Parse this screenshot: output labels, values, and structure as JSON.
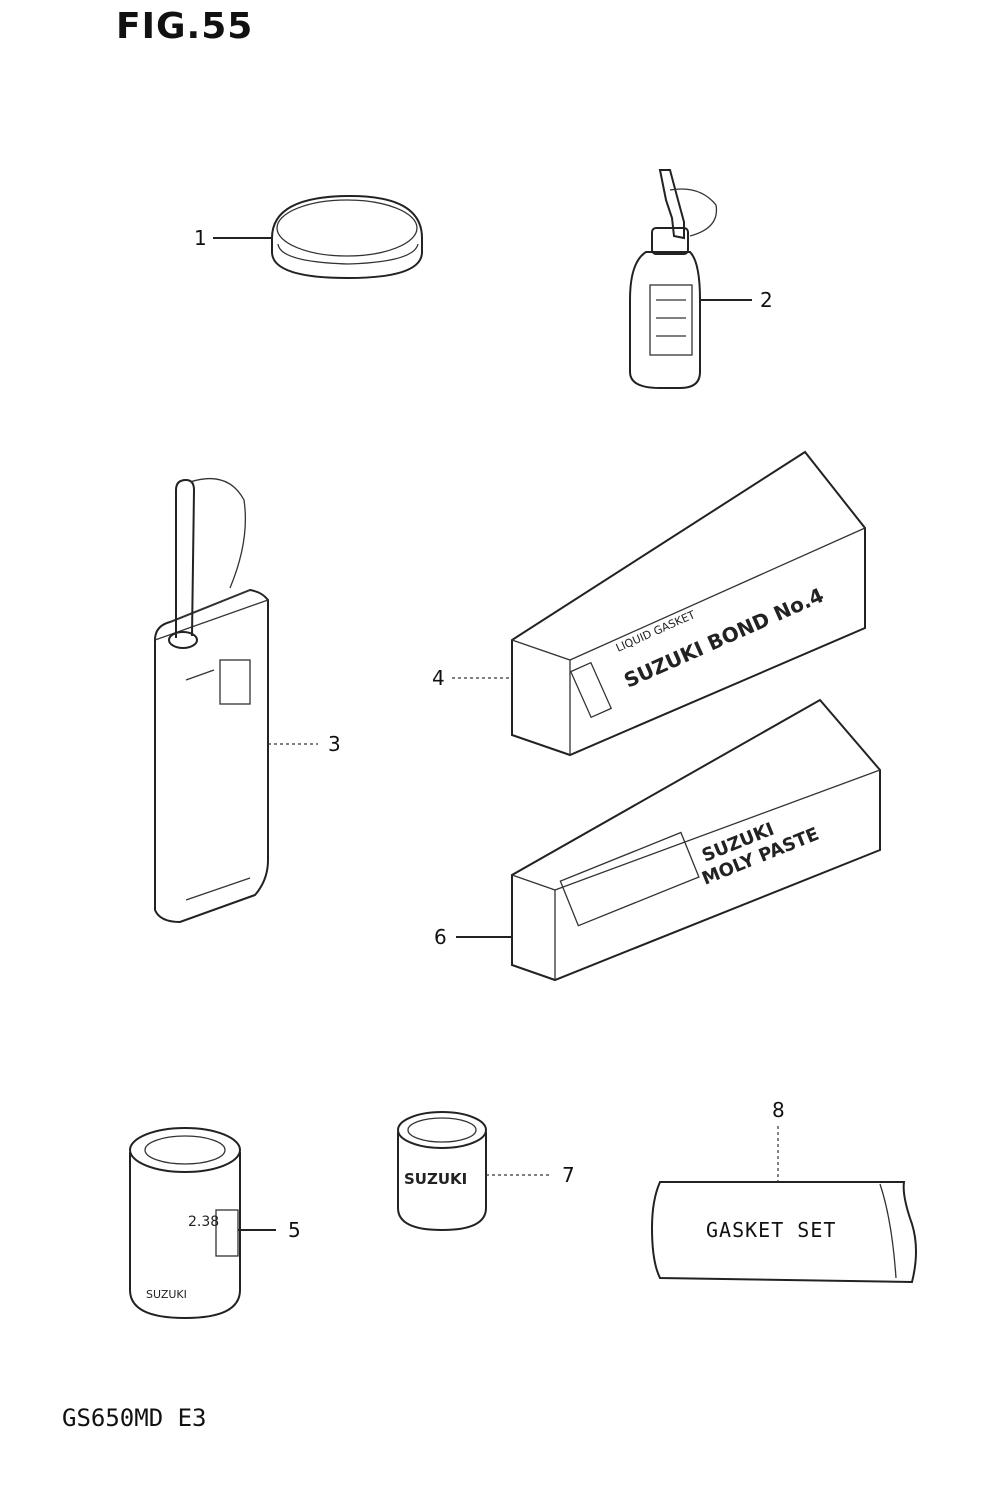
{
  "figure": {
    "title": "FIG.55",
    "model_code": "GS650MD  E3"
  },
  "parts": [
    {
      "callout": "1",
      "icon": "grease-container-icon"
    },
    {
      "callout": "2",
      "icon": "oil-bottle-icon"
    },
    {
      "callout": "3",
      "icon": "oil-can-icon"
    },
    {
      "callout": "4",
      "icon": "bond-box-icon",
      "printed_text": "SUZUKI BOND No. 4"
    },
    {
      "callout": "5",
      "icon": "spray-can-icon"
    },
    {
      "callout": "6",
      "icon": "moly-paste-box-icon",
      "printed_text": "SUZUKI MOLY PASTE"
    },
    {
      "callout": "7",
      "icon": "small-tin-icon",
      "printed_text": "SUZUKI"
    },
    {
      "callout": "8",
      "icon": "gasket-set-bag-icon",
      "printed_text": "GASKET SET"
    }
  ]
}
